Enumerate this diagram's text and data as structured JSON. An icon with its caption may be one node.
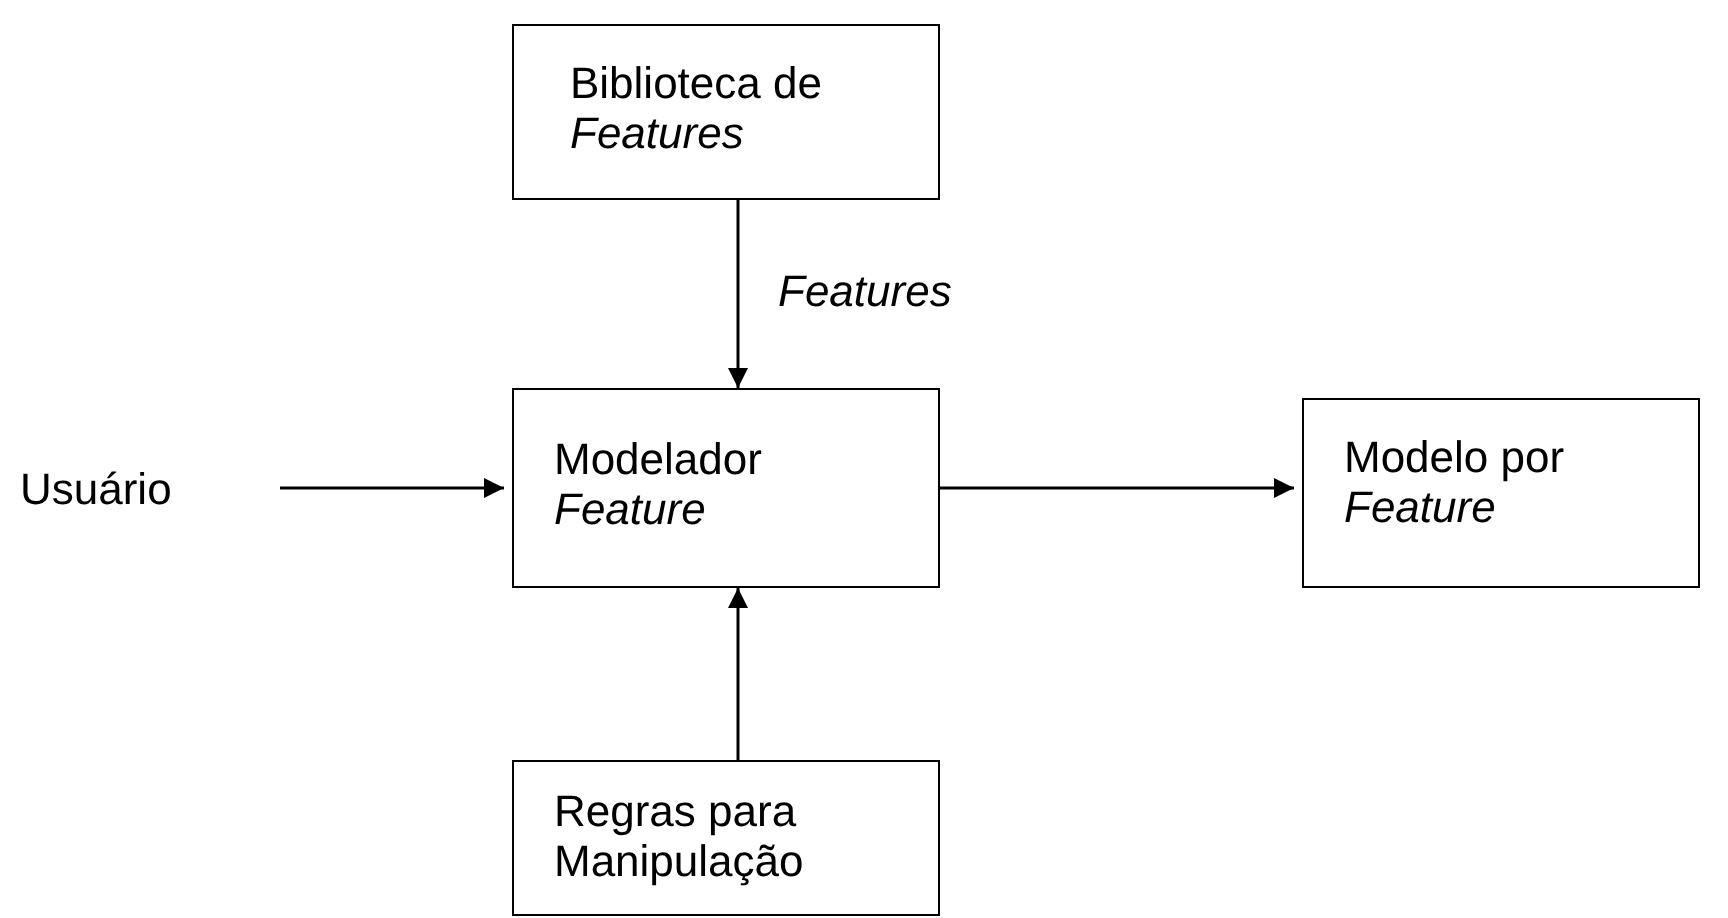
{
  "diagram": {
    "nodes": [
      {
        "text": [
          "Biblioteca de *Features*"
        ]
      },
      {
        "text": [
          "Usuário"
        ]
      },
      {
        "text": [
          "Modelador *Feature*"
        ]
      },
      {
        "text": [
          "Modelo por *Feature*"
        ]
      },
      {
        "text": [
          "Regras para Manipulação"
        ]
      }
    ],
    "edges": [
      {
        "from": 0,
        "to": 2,
        "arrow": "to",
        "label": "Features"
      },
      {
        "from": 1,
        "to": 2,
        "arrow": "to"
      },
      {
        "from": 2,
        "to": 3,
        "arrow": "to"
      },
      {
        "from": 4,
        "to": 2,
        "arrow": "to"
      }
    ]
  }
}
